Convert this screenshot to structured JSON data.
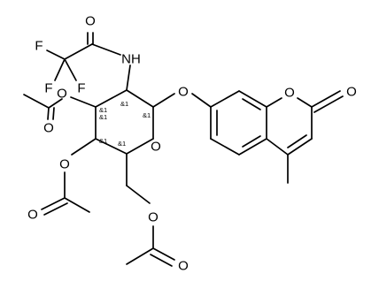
{
  "colors": {
    "bond": "#000000",
    "text": "#000000",
    "background": "#ffffff"
  },
  "molecule": {
    "atoms": [
      {
        "id": "O_amide",
        "symbol": "O"
      },
      {
        "id": "F1",
        "symbol": "F"
      },
      {
        "id": "F2",
        "symbol": "F"
      },
      {
        "id": "F3",
        "symbol": "F"
      },
      {
        "id": "N",
        "symbol": "NH"
      },
      {
        "id": "O3",
        "symbol": "O"
      },
      {
        "id": "O_ac3",
        "symbol": "O"
      },
      {
        "id": "O_anom",
        "symbol": "O"
      },
      {
        "id": "O_ring",
        "symbol": "O"
      },
      {
        "id": "O_lac",
        "symbol": "O"
      },
      {
        "id": "O_carb",
        "symbol": "O"
      },
      {
        "id": "O4",
        "symbol": "O"
      },
      {
        "id": "O_ac4",
        "symbol": "O"
      },
      {
        "id": "O6",
        "symbol": "O"
      },
      {
        "id": "O_ac6",
        "symbol": "O"
      }
    ],
    "stereo_labels": [
      {
        "id": "s_c3a",
        "text": "&1"
      },
      {
        "id": "s_c3b",
        "text": "&1"
      },
      {
        "id": "s_c2",
        "text": "&1"
      },
      {
        "id": "s_c1",
        "text": "&1"
      },
      {
        "id": "s_c4",
        "text": "&1"
      },
      {
        "id": "s_c5",
        "text": "&1"
      }
    ]
  }
}
